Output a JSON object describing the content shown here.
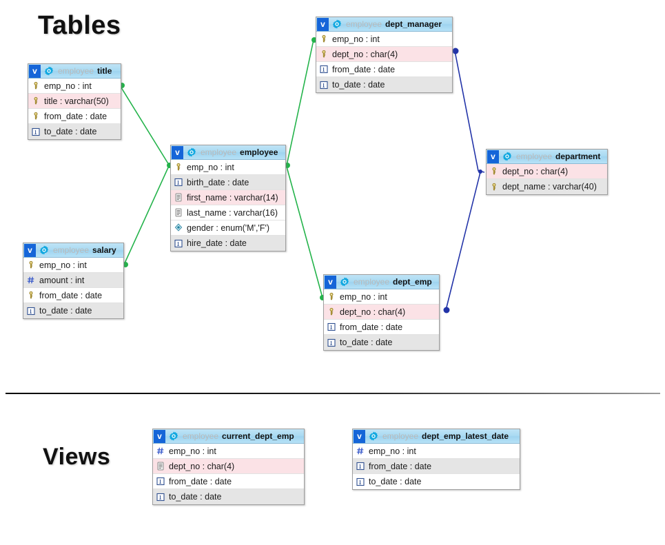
{
  "sections": {
    "tables_title": "Tables",
    "views_title": "Views"
  },
  "colors": {
    "header_blue": "#a9daf2",
    "badge_blue": "#1565d8",
    "gear_cyan": "#11a8e0",
    "row_pink": "#fbe2e6",
    "row_gray": "#e5e5e5",
    "link_green": "#23b34a",
    "link_blue": "#2233a8",
    "key_gold": "#c8a93a",
    "text_color": "#1a1a1a",
    "schema_gray": "#b9b9b9"
  },
  "entities": [
    {
      "id": "title",
      "badge": "v",
      "schema": "employee",
      "name": "title",
      "kind": "table",
      "rows": [
        {
          "icon": "key-icon",
          "label": "emp_no : int",
          "bg": "bg-white"
        },
        {
          "icon": "key-icon",
          "label": "title : varchar(50)",
          "bg": "bg-pink"
        },
        {
          "icon": "key-icon",
          "label": "from_date : date",
          "bg": "bg-white"
        },
        {
          "icon": "date-icon",
          "label": "to_date : date",
          "bg": "bg-gray"
        }
      ]
    },
    {
      "id": "dept_manager",
      "badge": "v",
      "schema": "employee",
      "name": "dept_manager",
      "kind": "table",
      "rows": [
        {
          "icon": "key-icon",
          "label": "emp_no : int",
          "bg": "bg-white"
        },
        {
          "icon": "key-icon",
          "label": "dept_no : char(4)",
          "bg": "bg-pink"
        },
        {
          "icon": "date-icon",
          "label": "from_date : date",
          "bg": "bg-white"
        },
        {
          "icon": "date-icon",
          "label": "to_date : date",
          "bg": "bg-gray"
        }
      ]
    },
    {
      "id": "employee",
      "badge": "v",
      "schema": "employee",
      "name": "employee",
      "kind": "table",
      "rows": [
        {
          "icon": "key-icon",
          "label": "emp_no : int",
          "bg": "bg-white"
        },
        {
          "icon": "date-icon",
          "label": "birth_date : date",
          "bg": "bg-gray"
        },
        {
          "icon": "text-icon",
          "label": "first_name : varchar(14)",
          "bg": "bg-pink"
        },
        {
          "icon": "text-icon",
          "label": "last_name : varchar(16)",
          "bg": "bg-white"
        },
        {
          "icon": "enum-icon",
          "label": "gender : enum('M','F')",
          "bg": "bg-white"
        },
        {
          "icon": "date-icon",
          "label": "hire_date : date",
          "bg": "bg-gray"
        }
      ]
    },
    {
      "id": "salary",
      "badge": "v",
      "schema": "employee",
      "name": "salary",
      "kind": "table",
      "rows": [
        {
          "icon": "key-icon",
          "label": "emp_no : int",
          "bg": "bg-white"
        },
        {
          "icon": "number-icon",
          "label": "amount : int",
          "bg": "bg-gray"
        },
        {
          "icon": "key-icon",
          "label": "from_date : date",
          "bg": "bg-white"
        },
        {
          "icon": "date-icon",
          "label": "to_date : date",
          "bg": "bg-gray"
        }
      ]
    },
    {
      "id": "department",
      "badge": "v",
      "schema": "employee",
      "name": "department",
      "kind": "table",
      "rows": [
        {
          "icon": "key-icon",
          "label": "dept_no : char(4)",
          "bg": "bg-pink"
        },
        {
          "icon": "key-icon",
          "label": "dept_name : varchar(40)",
          "bg": "bg-gray"
        }
      ]
    },
    {
      "id": "dept_emp",
      "badge": "v",
      "schema": "employee",
      "name": "dept_emp",
      "kind": "table",
      "rows": [
        {
          "icon": "key-icon",
          "label": "emp_no : int",
          "bg": "bg-white"
        },
        {
          "icon": "key-icon",
          "label": "dept_no : char(4)",
          "bg": "bg-pink"
        },
        {
          "icon": "date-icon",
          "label": "from_date : date",
          "bg": "bg-white"
        },
        {
          "icon": "date-icon",
          "label": "to_date : date",
          "bg": "bg-gray"
        }
      ]
    },
    {
      "id": "current_dept_emp",
      "badge": "v",
      "schema": "employee",
      "name": "current_dept_emp",
      "kind": "view",
      "rows": [
        {
          "icon": "number-icon",
          "label": "emp_no : int",
          "bg": "bg-white"
        },
        {
          "icon": "text-icon",
          "label": "dept_no : char(4)",
          "bg": "bg-pink"
        },
        {
          "icon": "date-icon",
          "label": "from_date : date",
          "bg": "bg-white"
        },
        {
          "icon": "date-icon",
          "label": "to_date : date",
          "bg": "bg-gray"
        }
      ]
    },
    {
      "id": "dept_emp_latest_date",
      "badge": "v",
      "schema": "employee",
      "name": "dept_emp_latest_date",
      "kind": "view",
      "rows": [
        {
          "icon": "number-icon",
          "label": "emp_no : int",
          "bg": "bg-white"
        },
        {
          "icon": "date-icon",
          "label": "from_date : date",
          "bg": "bg-gray"
        },
        {
          "icon": "date-icon",
          "label": "to_date : date",
          "bg": "bg-white"
        }
      ]
    }
  ],
  "relationships": [
    {
      "id": "title-employee",
      "from": "title",
      "to": "employee",
      "color": "green"
    },
    {
      "id": "salary-employee",
      "from": "salary",
      "to": "employee",
      "color": "green"
    },
    {
      "id": "employee-dept_manager",
      "from": "employee",
      "to": "dept_manager",
      "color": "green"
    },
    {
      "id": "employee-dept_emp",
      "from": "employee",
      "to": "dept_emp",
      "color": "green"
    },
    {
      "id": "department-dept_manager",
      "from": "department",
      "to": "dept_manager",
      "color": "blue"
    },
    {
      "id": "department-dept_emp",
      "from": "department",
      "to": "dept_emp",
      "color": "blue"
    }
  ]
}
